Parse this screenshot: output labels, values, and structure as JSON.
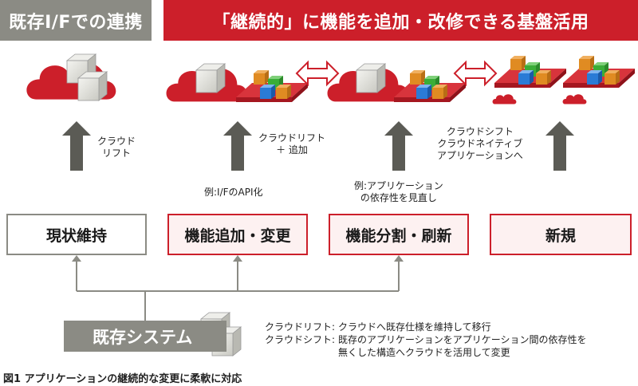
{
  "header": {
    "left": "既存I/Fでの連携",
    "right": "「継続的」に機能を追加・改修できる基盤活用"
  },
  "arrow_labels": {
    "col1": [
      "クラウド",
      "リフト"
    ],
    "col2": [
      "クラウドリフト",
      "＋ 追加"
    ],
    "col3": [
      "クラウドシフト",
      "クラウドネイティブ",
      "アプリケーションへ"
    ]
  },
  "examples": {
    "col2": "例:I/FのAPI化",
    "col3": [
      "例:アプリケーション",
      "の依存性を見直し"
    ]
  },
  "boxes": [
    "現状維持",
    "機能追加・変更",
    "機能分割・刷新",
    "新規"
  ],
  "legacy_system": "既存システム",
  "legend": {
    "lift_term": "クラウドリフト:",
    "lift_desc": "クラウドへ既存仕様を維持して移行",
    "shift_term": "クラウドシフト:",
    "shift_desc_1": "既存のアプリケーションをアプリケーション間の依存性を",
    "shift_desc_2": "無くした構造へクラウドを活用して変更"
  },
  "caption": "図1 アプリケーションの継続的な変更に柔軟に対応",
  "colors": {
    "red": "#cc1f2a",
    "gray": "#8b8b84",
    "dark_arrow": "#5b5b55",
    "light_red": "#fdf1f1"
  }
}
